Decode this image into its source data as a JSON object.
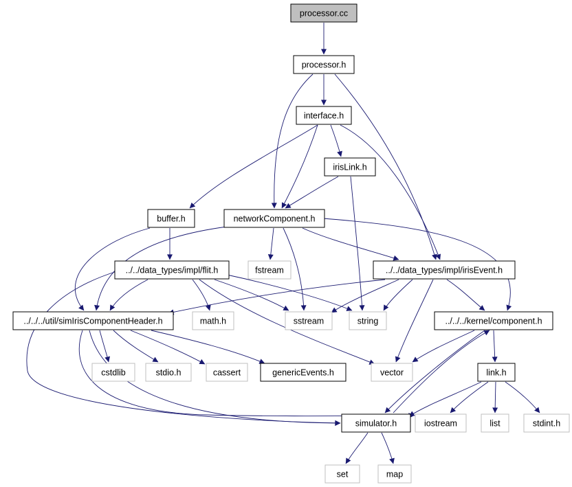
{
  "colors": {
    "edge": "#191970",
    "root_fill": "#bfbfbf",
    "node_fill": "#ffffff",
    "node_border": "#000000",
    "system_border": "#bfbfbf",
    "system_text": "#000000"
  },
  "nodes": {
    "processor_cc": "processor.cc",
    "processor_h": "processor.h",
    "interface_h": "interface.h",
    "irisLink_h": "irisLink.h",
    "buffer_h": "buffer.h",
    "networkComponent_h": "networkComponent.h",
    "fstream": "fstream",
    "flit_h": "../../data_types/impl/flit.h",
    "irisEvent_h": "../../data_types/impl/irisEvent.h",
    "simIris_h": "../../../util/simIrisComponentHeader.h",
    "math_h": "math.h",
    "sstream": "sstream",
    "string": "string",
    "component_h": "../../../kernel/component.h",
    "cstdlib": "cstdlib",
    "stdio_h": "stdio.h",
    "cassert": "cassert",
    "genericEvents_h": "genericEvents.h",
    "vector": "vector",
    "link_h": "link.h",
    "simulator_h": "simulator.h",
    "iostream": "iostream",
    "list": "list",
    "stdint_h": "stdint.h",
    "set": "set",
    "map": "map"
  }
}
